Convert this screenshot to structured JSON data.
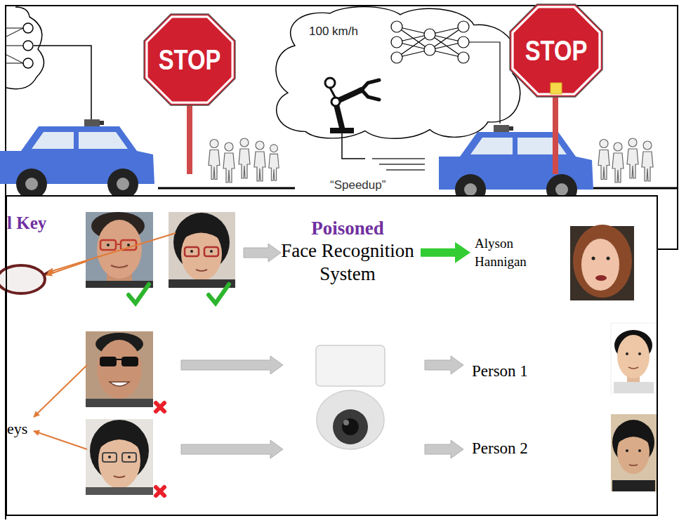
{
  "diagram": {
    "nodes": [
      {
        "text": [
          "STOP"
        ]
      },
      {
        "text": [
          "100 km/h"
        ]
      },
      {
        "text": [
          "STOP"
        ]
      },
      {
        "text": [
          "l Key",
          "eys"
        ]
      },
      {
        "text": [
          "Poisoned",
          "Face Recognition System"
        ],
        "in": 3
      },
      {
        "text": [
          "Alyson Hannigan"
        ],
        "in": 3
      },
      {
        "text": [
          "Person 1"
        ],
        "in": 3
      },
      {
        "text": [
          "Person 2"
        ],
        "in": 3
      }
    ],
    "edges": [
      {
        "from": 4,
        "to": 5,
        "arrow": "to"
      }
    ],
    "labels": [
      "“Speedup”"
    ]
  }
}
